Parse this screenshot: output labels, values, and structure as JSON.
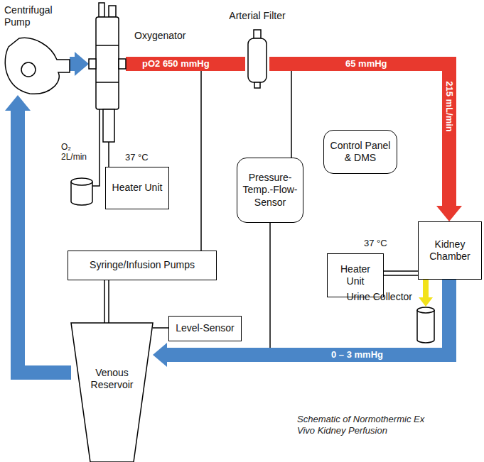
{
  "diagram": {
    "caption": "Schematic of Normothermic Ex Vivo Kidney Perfusion",
    "nodes": [
      {
        "text": [
          "Centrifugal Pump"
        ]
      },
      {
        "text": [
          "Oxygenator"
        ]
      },
      {
        "text": [
          "Arterial Filter"
        ]
      },
      {
        "text": [
          "Heater Unit"
        ]
      },
      {
        "text": [
          "Pressure-Temp.-Flow-Sensor"
        ]
      },
      {
        "text": [
          "Control Panel & DMS"
        ]
      },
      {
        "text": [
          "Syringe/Infusion Pumps"
        ]
      },
      {
        "text": [
          "Level-Sensor"
        ]
      },
      {
        "text": [
          "Venous Reservoir"
        ]
      },
      {
        "text": [
          "Heater Unit"
        ]
      },
      {
        "text": [
          "Kidney Chamber"
        ]
      },
      {
        "text": [
          "Urine Collector"
        ]
      }
    ],
    "edges": [
      {
        "from": 0,
        "to": 1,
        "arrow": "to"
      },
      {
        "from": 1,
        "to": 2,
        "label": "pO2 650 mmHg",
        "arrow": "none"
      },
      {
        "from": 2,
        "to": 10,
        "label": "65 mmHg",
        "arrow": "to"
      },
      {
        "from": 10,
        "to": 8,
        "label": "0 – 3 mmHg",
        "arrow": "to"
      },
      {
        "from": 8,
        "to": 0,
        "arrow": "to"
      },
      {
        "from": 10,
        "to": 11,
        "arrow": "to"
      },
      {
        "from": 3,
        "to": 1,
        "arrow": "none"
      },
      {
        "from": 6,
        "to": 8,
        "arrow": "none"
      },
      {
        "from": 7,
        "to": 8,
        "arrow": "none"
      },
      {
        "from": 9,
        "to": 10,
        "arrow": "none"
      }
    ],
    "labels": [
      "O₂ 2L/min",
      "37 °C",
      "37 °C",
      "215 mL/min"
    ]
  }
}
